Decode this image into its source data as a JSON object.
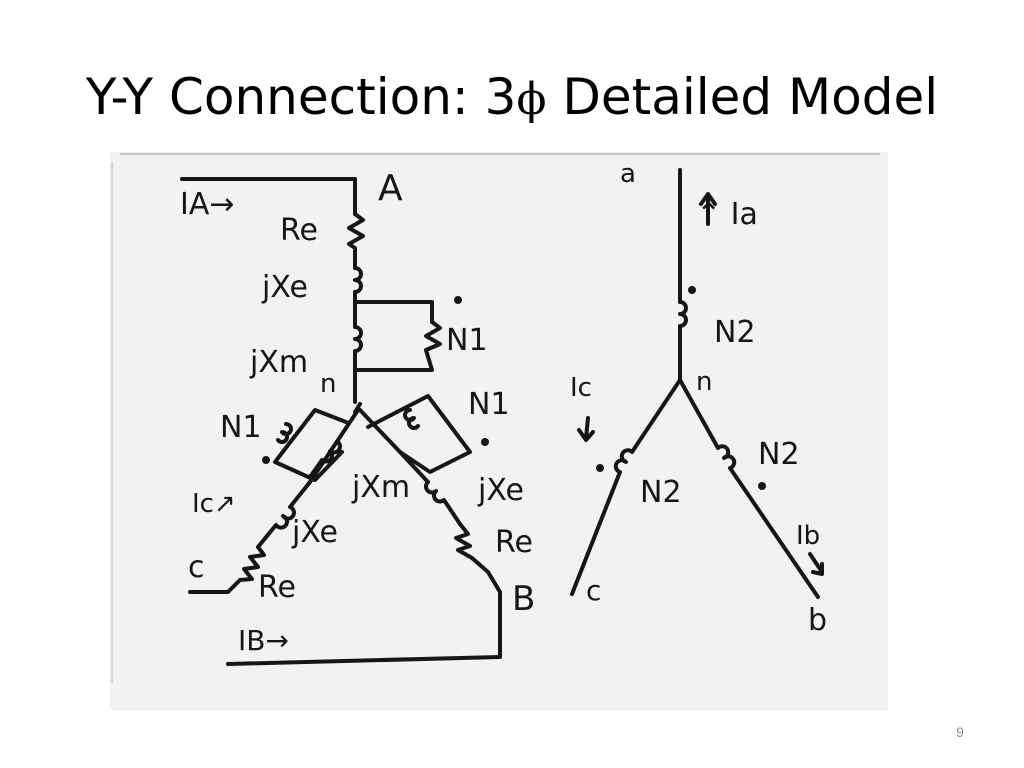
{
  "slide": {
    "title_prefix": "Y-Y Connection: 3",
    "title_symbol": "ϕ",
    "title_suffix": " Detailed Model",
    "page_number": "9"
  },
  "diagram": {
    "primary": {
      "node_A": "A",
      "node_B": "B",
      "node_C": "c",
      "neutral": "n",
      "current_A": "IA→",
      "current_B": "IB→",
      "current_C": "Ic↗",
      "re_A": "Re",
      "xe_A": "jXe",
      "xm_A": "jXm",
      "re_B": "Re",
      "xe_B": "jXe",
      "xm_B": "jXm",
      "re_C": "Re",
      "xe_C": "jXe",
      "turns_A": "N1",
      "turns_B": "N1",
      "turns_C": "N1"
    },
    "secondary": {
      "node_a": "a",
      "node_b": "b",
      "node_c": "c",
      "neutral": "n",
      "current_a": "↑ Ia",
      "current_b": "Ib",
      "current_c": "Ic",
      "turns_a": "N2",
      "turns_b": "N2",
      "turns_c": "N2"
    }
  },
  "colors": {
    "ink": "#161616",
    "paper": "#f2f2f1",
    "title": "#000000",
    "page_number": "#8c8c8c"
  }
}
